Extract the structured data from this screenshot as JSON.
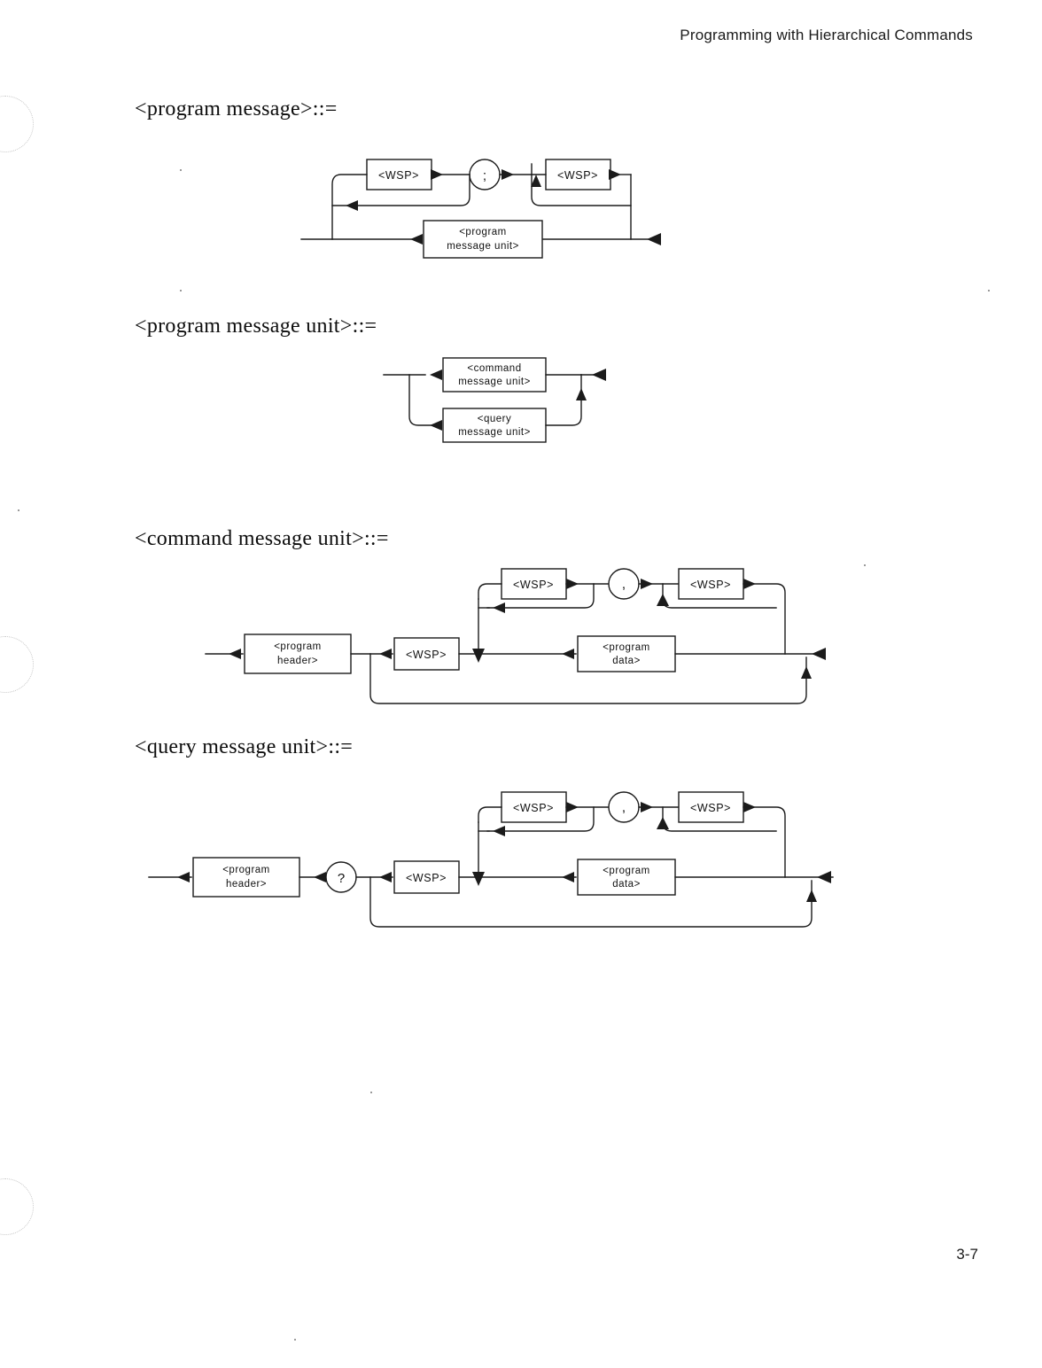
{
  "page": {
    "header": "Programming with Hierarchical Commands",
    "number": "3-7",
    "punch_holes": 3
  },
  "productions": [
    {
      "id": "program-message",
      "label": "<program message>::=",
      "diagram": {
        "terminals": [
          ";"
        ],
        "boxes": [
          "<WSP>",
          "<WSP>",
          "<program message unit>"
        ],
        "description": "optional whitespace, semicolon separator loop around <program message unit>"
      }
    },
    {
      "id": "program-message-unit",
      "label": "<program message unit>::=",
      "diagram": {
        "terminals": [],
        "boxes": [
          "<command message unit>",
          "<query message unit>"
        ],
        "description": "alternation between command message unit and query message unit"
      }
    },
    {
      "id": "command-message-unit",
      "label": "<command message unit>::=",
      "diagram": {
        "terminals": [
          ","
        ],
        "boxes": [
          "<program header>",
          "<WSP>",
          "<WSP>",
          "<WSP>",
          "<program data>"
        ],
        "description": "program header, optional whitespace, program data repeated with comma separators"
      }
    },
    {
      "id": "query-message-unit",
      "label": "<query message unit>::=",
      "diagram": {
        "terminals": [
          "?",
          ","
        ],
        "boxes": [
          "<program header>",
          "<WSP>",
          "<WSP>",
          "<WSP>",
          "<program data>"
        ],
        "description": "program header, question mark, optional whitespace, program data repeated with comma separators"
      }
    }
  ],
  "box_labels": {
    "wsp": "<WSP>",
    "program_message_unit_l1": "<program",
    "program_message_unit_l2": "message unit>",
    "command_message_unit_l1": "<command",
    "command_message_unit_l2": "message unit>",
    "query_message_unit_l1": "<query",
    "query_message_unit_l2": "message unit>",
    "program_header_l1": "<program",
    "program_header_l2": "header>",
    "program_data_l1": "<program",
    "program_data_l2": "data>",
    "semicolon": ";",
    "comma": ",",
    "question": "?"
  }
}
